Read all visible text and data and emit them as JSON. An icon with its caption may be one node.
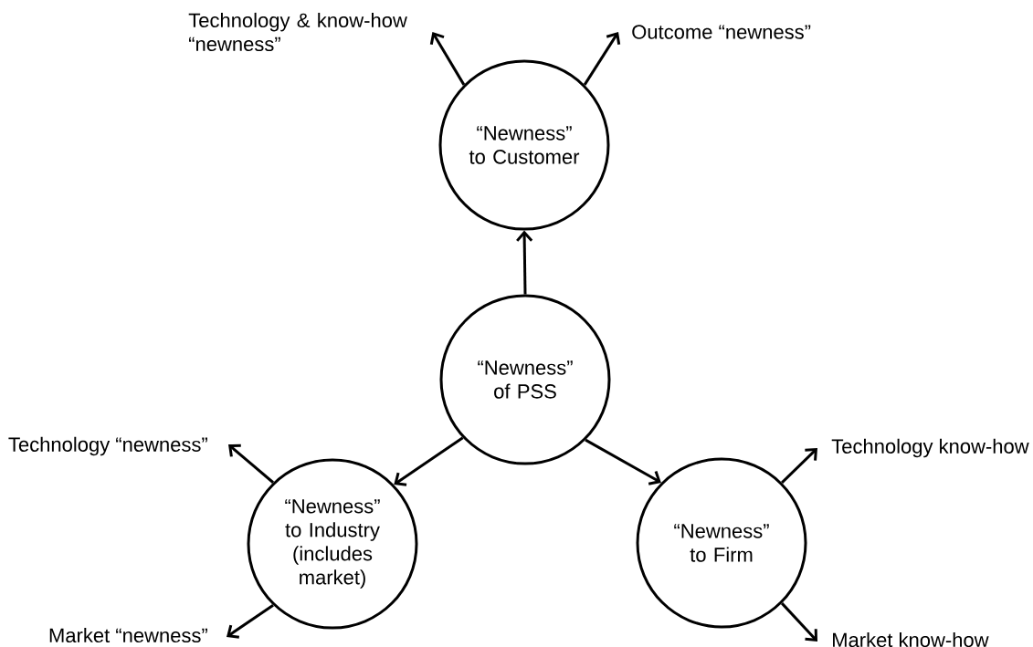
{
  "diagram": {
    "nodes": [
      {
        "text": [
          "“Newness” to Customer"
        ]
      },
      {
        "text": [
          "“Newness” of PSS"
        ]
      },
      {
        "text": [
          "“Newness” to Industry (includes market)"
        ]
      },
      {
        "text": [
          "“Newness” to Firm"
        ]
      },
      {
        "text": [
          "Technology & know-how “newness”"
        ]
      },
      {
        "text": [
          "Outcome “newness”"
        ]
      },
      {
        "text": [
          "Technology “newness”"
        ]
      },
      {
        "text": [
          "Market “newness”"
        ]
      },
      {
        "text": [
          "Technology know-how"
        ]
      },
      {
        "text": [
          "Market know-how"
        ]
      }
    ],
    "edges": [
      {
        "from": 1,
        "to": 0,
        "arrow": "to"
      },
      {
        "from": 1,
        "to": 2,
        "arrow": "to"
      },
      {
        "from": 1,
        "to": 3,
        "arrow": "to"
      },
      {
        "from": 0,
        "to": 4,
        "arrow": "to"
      },
      {
        "from": 0,
        "to": 5,
        "arrow": "to"
      },
      {
        "from": 2,
        "to": 6,
        "arrow": "to"
      },
      {
        "from": 2,
        "to": 7,
        "arrow": "to"
      },
      {
        "from": 3,
        "to": 8,
        "arrow": "to"
      },
      {
        "from": 3,
        "to": 9,
        "arrow": "to"
      }
    ]
  }
}
